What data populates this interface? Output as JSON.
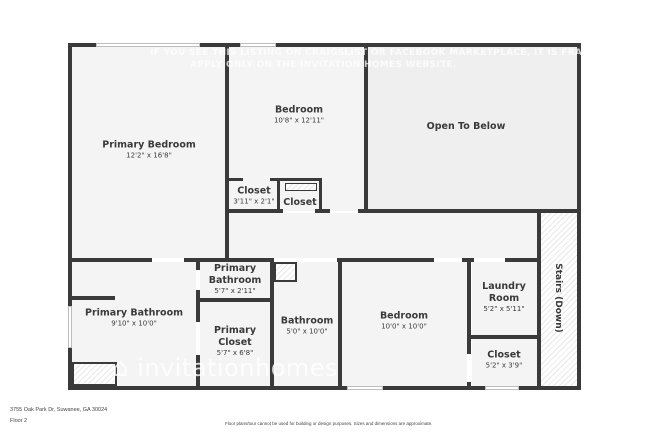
{
  "plan": {
    "address": "3755 Oak Park Dr, Suwanee, GA 30024",
    "floor": "Floor 2",
    "disclaimer": "Floor plans/tour cannot be used for building or design purposes. Sizes and dimensions are approximate.",
    "watermark_line1": "IF YOU SEE THIS LISTING ON CRAIGSLIST OR FACEBOOK MARKETPLACE, IT IS FRAUD.",
    "watermark_line2": "APPLY ONLY ON THE INVITATION HOMES WEBSITE.",
    "logo_text": "invitationhomes"
  },
  "rooms": {
    "primary_bedroom": {
      "name": "Primary Bedroom",
      "dims": "12'2\" x 16'8\""
    },
    "bedroom_1": {
      "name": "Bedroom",
      "dims": "10'8\" x 12'11\""
    },
    "open_to_below": {
      "name": "Open To Below"
    },
    "closet_1": {
      "name": "Closet",
      "dims": "3'11\" x 2'1\""
    },
    "closet_2": {
      "name": "Closet"
    },
    "primary_bathroom": {
      "name": "Primary Bathroom",
      "dims": "9'10\" x 10'0\""
    },
    "primary_bathroom_small": {
      "name_line1": "Primary",
      "name_line2": "Bathroom",
      "dims": "5'7\" x 2'11\""
    },
    "primary_closet": {
      "name_line1": "Primary",
      "name_line2": "Closet",
      "dims": "5'7\" x 6'8\""
    },
    "bathroom": {
      "name": "Bathroom",
      "dims": "5'0\" x 10'0\""
    },
    "bedroom_2": {
      "name": "Bedroom",
      "dims": "10'0\" x 10'0\""
    },
    "laundry": {
      "name_line1": "Laundry",
      "name_line2": "Room",
      "dims": "5'2\" x 5'11\""
    },
    "closet_3": {
      "name": "Closet",
      "dims": "5'2\" x 3'9\""
    },
    "stairs": {
      "name": "Stairs (Down)"
    }
  },
  "colors": {
    "wall": "#3a3a3a",
    "floor": "#f4f4f4",
    "text": "#3a3a3a"
  }
}
